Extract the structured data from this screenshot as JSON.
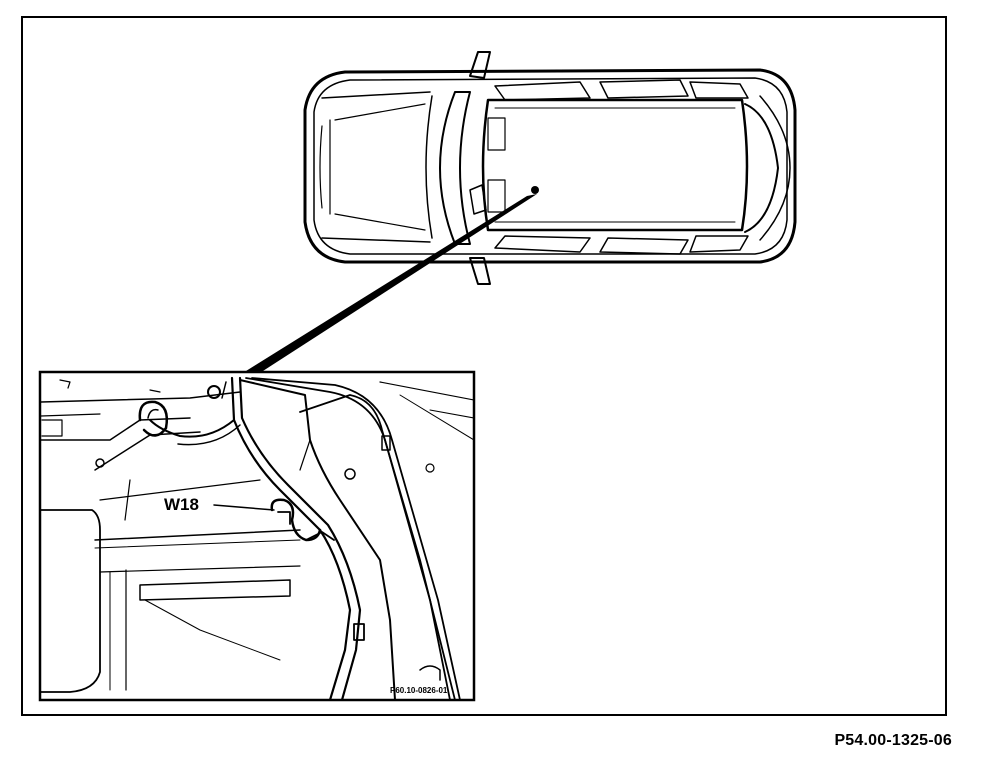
{
  "labels": {
    "component": "W18",
    "detail_code": "P60.10-0826-01",
    "figure_code": "P54.00-1325-06"
  },
  "colors": {
    "line": "#000000",
    "background": "#ffffff"
  }
}
